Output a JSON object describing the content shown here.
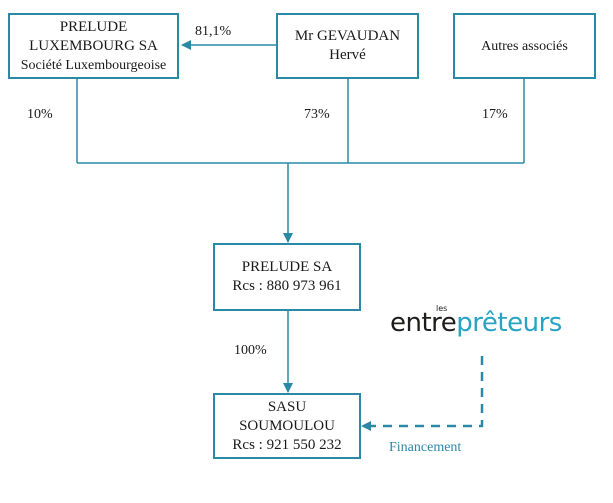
{
  "colors": {
    "line": "#2a8aa6",
    "logo_dark": "#1d1d1b",
    "logo_accent": "#27a3c4",
    "financing_text": "#2a8aa6"
  },
  "boxes": {
    "prelude_lux": {
      "line1": "PRELUDE",
      "line2": "LUXEMBOURG SA",
      "line3": "Société Luxembourgeoise"
    },
    "gevaudan": {
      "line1": "Mr GEVAUDAN",
      "line2": "Hervé"
    },
    "autres": {
      "line1": "Autres associés"
    },
    "prelude_sa": {
      "line1": "PRELUDE SA",
      "line2": "Rcs : 880 973 961"
    },
    "sasu": {
      "line1": "SASU",
      "line2": "SOUMOULOU",
      "line3": "Rcs :  921 550 232"
    }
  },
  "percentages": {
    "gevaudan_to_lux": "81,1%",
    "lux_share": "10%",
    "gevaudan_share": "73%",
    "autres_share": "17%",
    "prelude_to_sasu": "100%"
  },
  "logo": {
    "part1": "entre",
    "part2": "prêteurs",
    "small": "les",
    "icon": "entrepreteurs-logo"
  },
  "financing_label": "Financement"
}
